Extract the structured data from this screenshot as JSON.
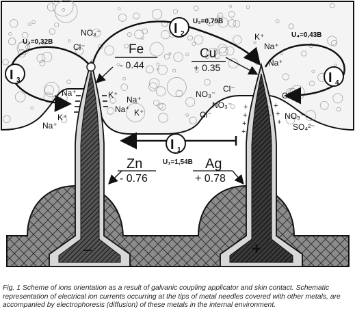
{
  "currents": {
    "i1": {
      "name": "I",
      "sub": "1",
      "voltage": "U₁=1,54B"
    },
    "i2": {
      "name": "I",
      "sub": "2",
      "voltage": "U₂=0,79B"
    },
    "i3": {
      "name": "I",
      "sub": "3",
      "voltage": "U₃=0,32B"
    },
    "i4": {
      "name": "I",
      "sub": "4",
      "voltage": "U₄=0,43B"
    }
  },
  "metals": {
    "fe": {
      "symbol": "Fe",
      "potential": "- 0.44"
    },
    "cu": {
      "symbol": "Cu",
      "potential": "+ 0.35"
    },
    "zn": {
      "symbol": "Zn",
      "potential": "- 0.76"
    },
    "ag": {
      "symbol": "Ag",
      "potential": "+ 0.78"
    }
  },
  "ions": {
    "na": "Na⁺",
    "k": "K⁺",
    "cl": "Cl⁻",
    "no3": "NO₃⁻",
    "so4": "SO₄²⁻"
  },
  "signs": {
    "minus": "–",
    "plus": "+"
  },
  "caption": "Fig. 1 Scheme of ions orientation as a result of galvanic coupling applicator and skin contact. Schematic representation of electrical ion currents occurring at the tips of metal needles covered with other metals, are accompanied by electrophoresis (diffusion) of these metals in the internal environment."
}
